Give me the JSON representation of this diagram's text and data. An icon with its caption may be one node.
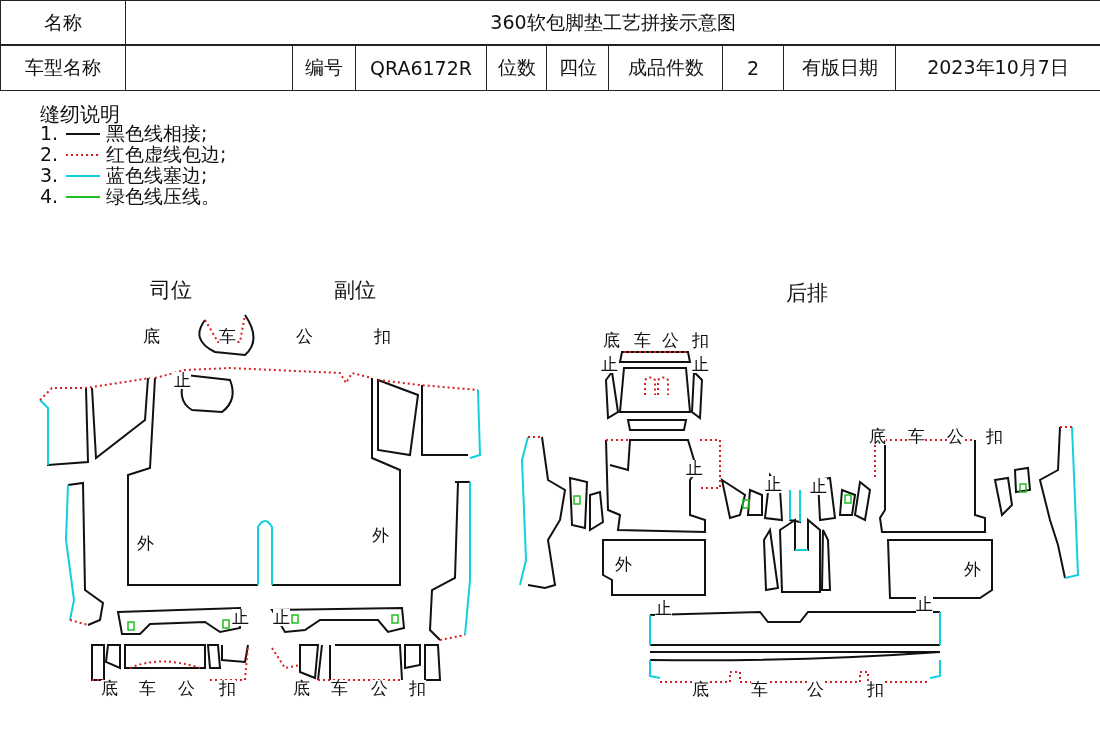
{
  "diagram": {
    "labels": [
      "名称",
      "360软包脚垫工艺拼接示意图",
      "车型名称",
      "编号",
      "QRA6172R",
      "位数",
      "四位",
      "成品件数",
      "2",
      "有版日期",
      "2023年10月7日",
      "缝纫说明",
      "1.",
      "2.",
      "3.",
      "4.",
      "司位",
      "副位",
      "后排",
      "底",
      "车",
      "公",
      "扣",
      "止",
      "底",
      "车",
      "公",
      "扣",
      "止",
      "止",
      "底",
      "车",
      "公",
      "扣",
      "止",
      "止",
      "止",
      "外",
      "外",
      "外",
      "外",
      "止",
      "止",
      "止",
      "止",
      "底",
      "车",
      "公",
      "扣",
      "底",
      "车",
      "公",
      "扣",
      "底",
      "车",
      "公",
      "扣"
    ],
    "legend": [
      {
        "text": "黑色线相接;"
      },
      {
        "text": "红色虚线包边;"
      },
      {
        "text": "蓝色线塞边;"
      },
      {
        "text": "绿色线压线。"
      }
    ]
  }
}
